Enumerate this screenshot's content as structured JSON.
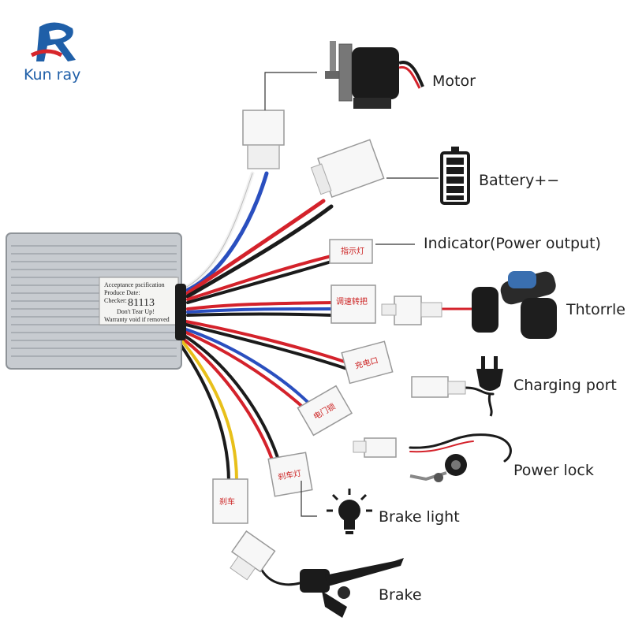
{
  "brand": {
    "name": "Kun ray",
    "logo_letter": "R"
  },
  "controller": {
    "sticker_line1": "Acceptance pscification",
    "sticker_line2": "Produce Date:",
    "sticker_line3": "Checker:",
    "sticker_code": "81113",
    "sticker_line4": "Don't Tear Up!",
    "sticker_line5": "Warranty void if removed"
  },
  "tags": {
    "indicator": "指示灯",
    "derailleur": "调速转把",
    "charging": "充电口",
    "power_lock": "电门锁",
    "brake_light": "刹车灯",
    "brake": "刹车"
  },
  "labels": {
    "motor": "Motor",
    "battery": "Battery+−",
    "indicator": "Indicator(Power output)",
    "throttle": "Thtorrle",
    "charging": "Charging port",
    "power_lock": "Power lock",
    "brake_light": "Brake light",
    "brake": "Brake"
  },
  "colors": {
    "brand": "#1f5fa8",
    "brand_red": "#d7262b",
    "wire_red": "#d4222b",
    "wire_blue": "#2a4fbf",
    "wire_black": "#1b1b1b",
    "wire_yellow": "#e8c01a",
    "wire_white": "#f2f2f2"
  }
}
